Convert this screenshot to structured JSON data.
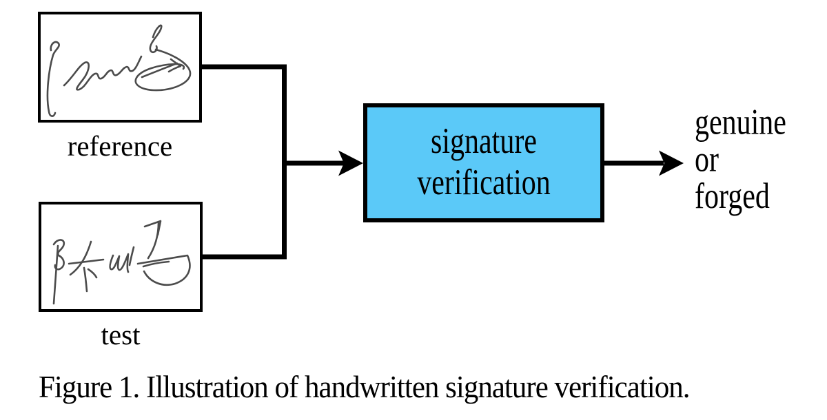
{
  "figure": {
    "caption": "Figure 1. Illustration of handwritten signature verification.",
    "inputs": [
      {
        "id": "reference",
        "label": "reference",
        "image": "handwritten-signature-reference"
      },
      {
        "id": "test",
        "label": "test",
        "image": "handwritten-signature-test"
      }
    ],
    "process": {
      "label_line1": "signature",
      "label_line2": "verification"
    },
    "output": {
      "lines": [
        "genuine",
        "or",
        "forged"
      ]
    },
    "colors": {
      "process_fill": "#5BC9F8",
      "line_and_border": "#000000",
      "signature_ink": "#4b4b4b",
      "background": "#ffffff"
    }
  }
}
